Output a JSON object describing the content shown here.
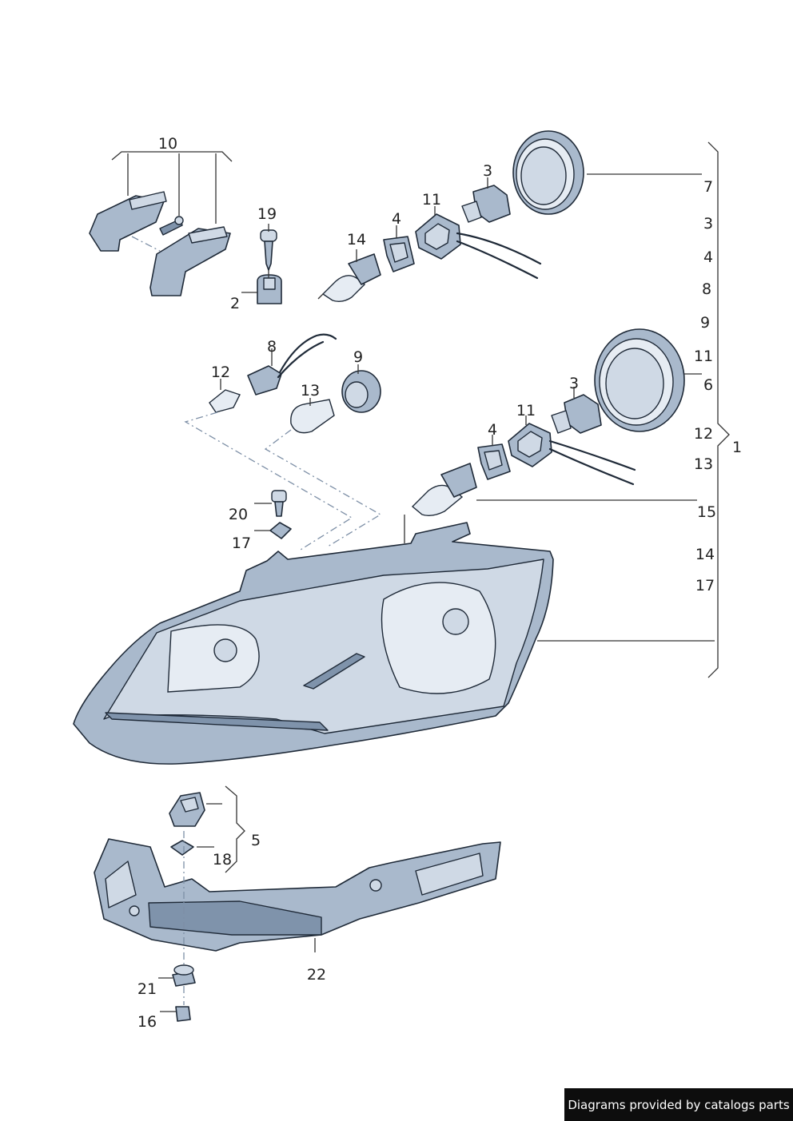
{
  "callouts": {
    "c10": "10",
    "c19": "19",
    "c2": "2",
    "c14a": "14",
    "c4a": "4",
    "c11a": "11",
    "c3a": "3",
    "c8": "8",
    "c12a": "12",
    "c9": "9",
    "c13a": "13",
    "c3b": "3",
    "c11b": "11",
    "c4b": "4",
    "c20": "20",
    "c17a": "17",
    "c5": "5",
    "c18": "18",
    "c22": "22",
    "c21": "21",
    "c16": "16",
    "c1": "1"
  },
  "bracket_list": [
    "7",
    "3",
    "4",
    "8",
    "9",
    "11",
    "6",
    "12",
    "13",
    "15",
    "14",
    "17"
  ],
  "credit": "Diagrams provided by catalogs parts",
  "colors": {
    "part_fill": "#a9b9cc",
    "outline": "#1f2a38",
    "leader": "#333333",
    "guide": "#7d8fa6"
  }
}
